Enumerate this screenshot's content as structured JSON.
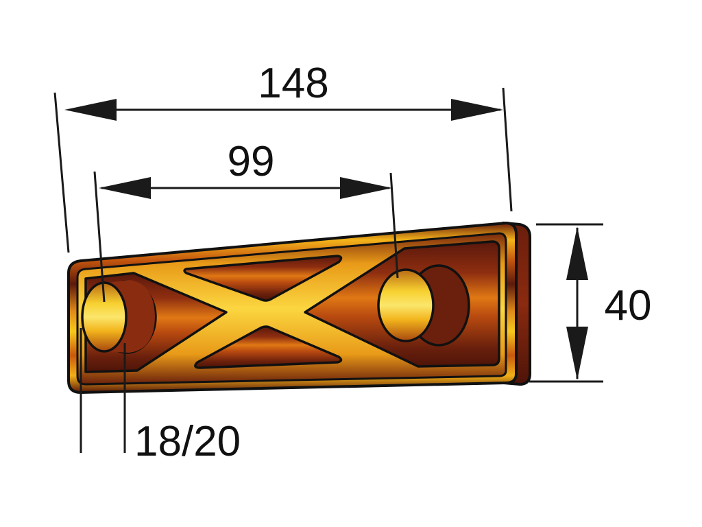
{
  "dimensions": {
    "overall_length": "148",
    "hole_spacing": "99",
    "height": "40",
    "hole_diameter": "18/20"
  },
  "colors": {
    "line": "#1a1a1a",
    "body_dark": "#5a1a0c",
    "body_mid": "#c8580e",
    "body_light": "#f6c21a",
    "highlight": "#fbe06a"
  }
}
